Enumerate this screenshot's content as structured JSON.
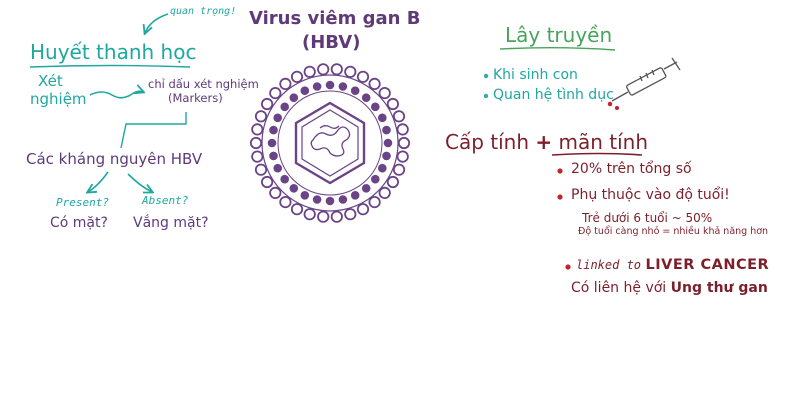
{
  "colors": {
    "teal": "#1fa7a0",
    "purple": "#5f3a7a",
    "maroon": "#7d1f2b",
    "green": "#4aa35d",
    "red": "#c1272d",
    "bullet_teal": "#27b0a6"
  },
  "serology": {
    "annotation": "quan trọng!",
    "title": "Huyết thanh học",
    "test_line1": "Xét",
    "test_line2": "nghiệm",
    "markers_line1": "chỉ dấu xét nghiệm",
    "markers_line2": "(Markers)",
    "antigens": "Các kháng nguyên HBV",
    "present_en": "Present?",
    "present_vi": "Có mặt?",
    "absent_en": "Absent?",
    "absent_vi": "Vắng mặt?"
  },
  "virus": {
    "title_line1": "Virus viêm gan B",
    "title_line2": "(HBV)",
    "icon": "hbv-virus-icon"
  },
  "transmission": {
    "title": "Lây truyền",
    "items": [
      "Khi sinh con",
      "Quan hệ tình dục"
    ],
    "icon": "syringe-icon"
  },
  "chronic": {
    "title_a": "Cấp tính",
    "plus": "+",
    "title_b": "mãn tính",
    "point1": "20% trên tổng số",
    "point2": "Phụ thuộc vào độ tuổi!",
    "point2_sub1": "Trẻ dưới 6 tuổi ~ 50%",
    "point2_sub2": "Độ tuổi càng nhỏ = nhiều khả năng hơn",
    "point3_a": "linked to",
    "point3_b": "LIVER CANCER",
    "point3_vi_a": "Có liên hệ với",
    "point3_vi_b": "Ung thư gan"
  }
}
